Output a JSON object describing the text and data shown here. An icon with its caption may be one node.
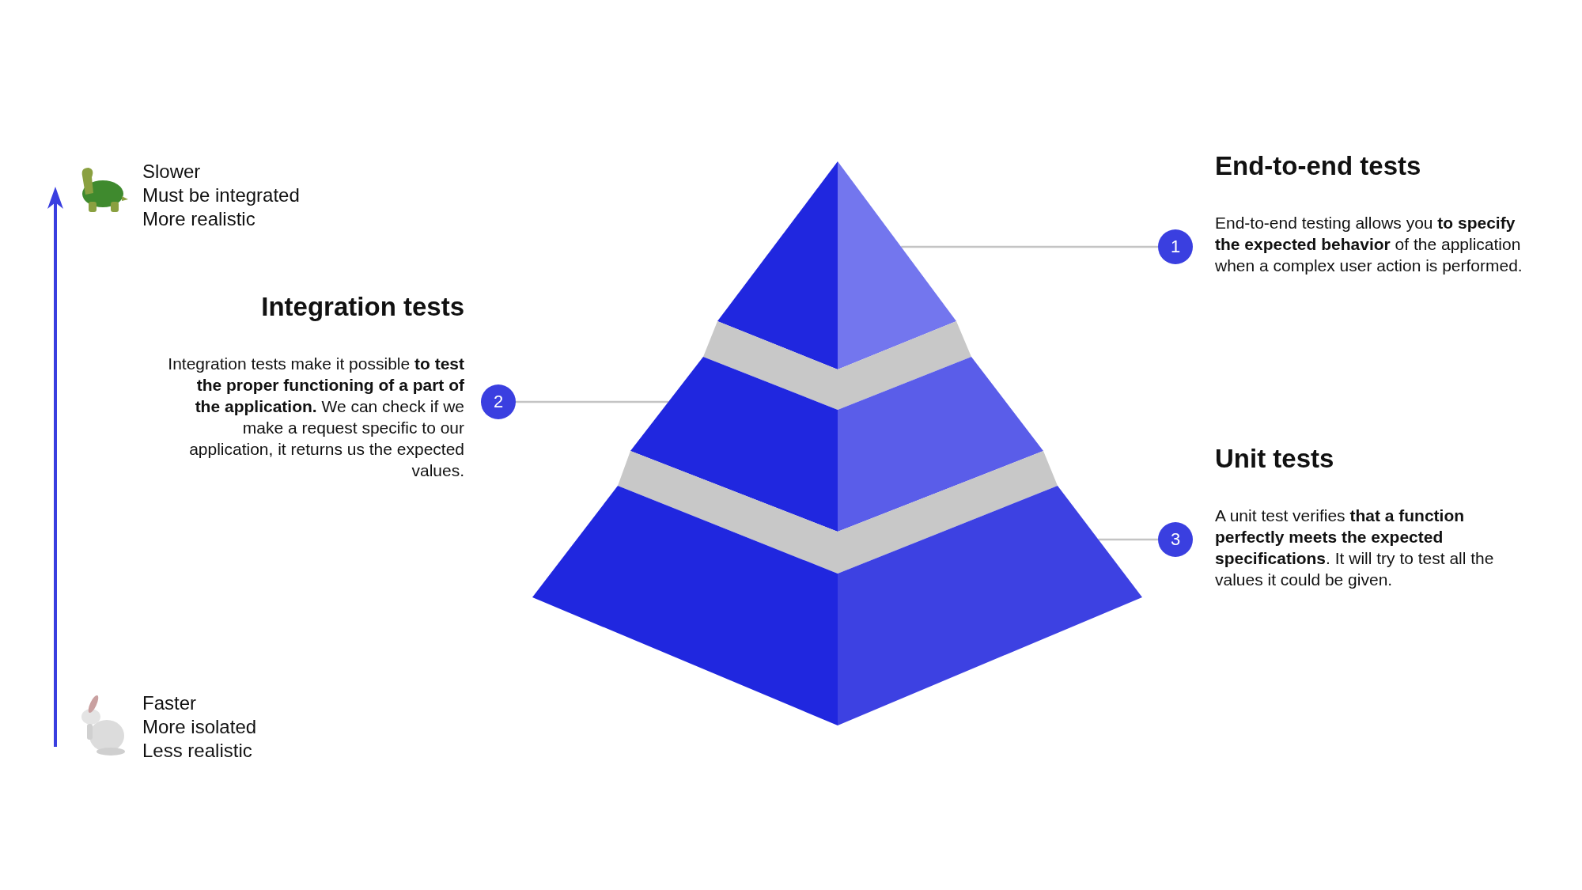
{
  "diagram": {
    "nodes": [
      {
        "text": [],
        "shape": "triangle"
      },
      {
        "text": [],
        "shape": "trapezoid"
      },
      {
        "text": [],
        "shape": "trapezoid"
      },
      {
        "text": [
          "1"
        ],
        "beside": [
          "End-to-end tests",
          "End-to-end testing allows you **to specify the expected behavior** of the application when a complex user action is performed."
        ]
      },
      {
        "text": [
          "2"
        ],
        "beside": [
          "Integration tests",
          "Integration tests make it possible **to test the proper functioning of a part of the application.** We can check if we make a request specific to our application, it returns us the expected values."
        ]
      },
      {
        "text": [
          "3"
        ],
        "beside": [
          "Unit tests",
          "A unit test verifies **that a function perfectly meets the expected specifications**. It will try to test all the values it could be given."
        ]
      }
    ],
    "edges": [
      {
        "from": 3,
        "to": 0,
        "arrow": "none"
      },
      {
        "from": 4,
        "to": 1,
        "arrow": "none"
      },
      {
        "from": 5,
        "to": 2,
        "arrow": "none"
      }
    ],
    "labels": [
      "Slower",
      "Must be integrated",
      "More realistic",
      "Faster",
      "More isolated",
      "Less realistic"
    ]
  }
}
